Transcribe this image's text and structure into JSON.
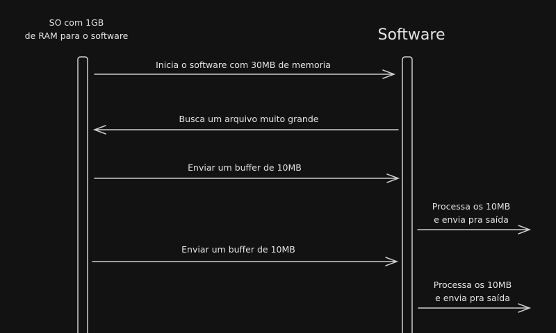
{
  "actors": {
    "os": {
      "line1": "SO com 1GB",
      "line2": "de RAM para o software"
    },
    "software": {
      "label": "Software"
    }
  },
  "messages": [
    {
      "label": "Inicia o software com 30MB de memoria",
      "direction": "os-to-software"
    },
    {
      "label": "Busca um arquivo muito grande",
      "direction": "software-to-os"
    },
    {
      "label": "Enviar um buffer de 10MB",
      "direction": "os-to-software"
    },
    {
      "line1": "Processa os 10MB",
      "line2": "e envia pra saída",
      "direction": "software-to-output"
    },
    {
      "label": "Enviar um buffer de 10MB",
      "direction": "os-to-software"
    },
    {
      "line1": "Processa os 10MB",
      "line2": "e envia pra saída",
      "direction": "software-to-output"
    }
  ],
  "colors": {
    "background": "#121212",
    "stroke": "#d0d0d0"
  }
}
